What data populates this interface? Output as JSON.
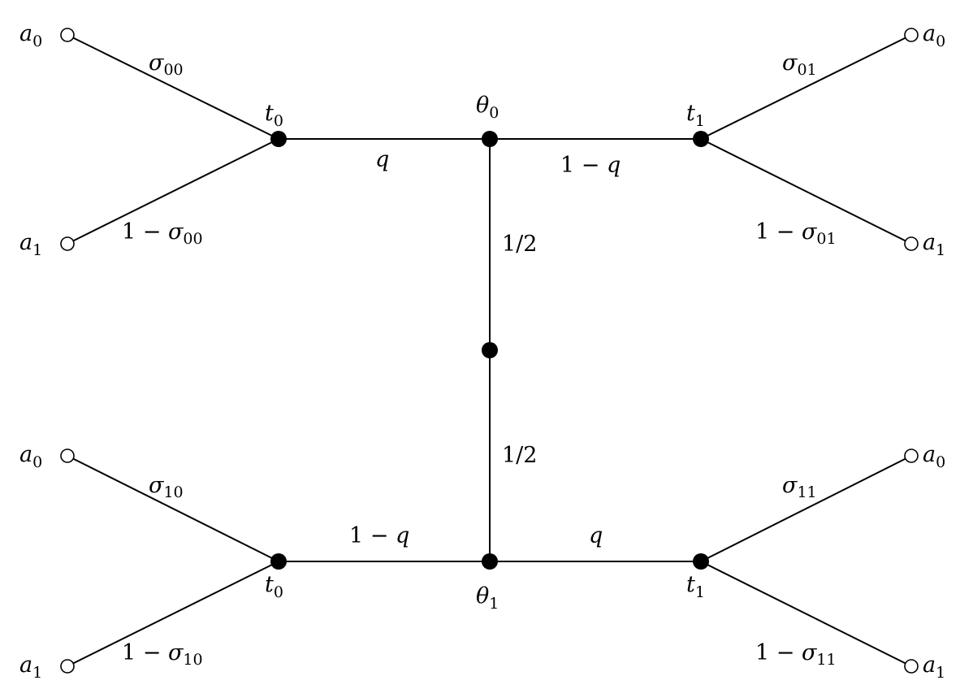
{
  "nodes": {
    "chance": "",
    "theta0": {
      "base": "θ",
      "sub": "0"
    },
    "theta1": {
      "base": "θ",
      "sub": "1"
    },
    "t0": {
      "base": "t",
      "sub": "0"
    },
    "t1": {
      "base": "t",
      "sub": "1"
    },
    "a0": {
      "base": "a",
      "sub": "0"
    },
    "a1": {
      "base": "a",
      "sub": "1"
    }
  },
  "edges": {
    "half": "1/2",
    "q": "q",
    "one_minus": "1 − ",
    "sigma": "σ",
    "s00": "00",
    "s01": "01",
    "s10": "10",
    "s11": "11"
  }
}
